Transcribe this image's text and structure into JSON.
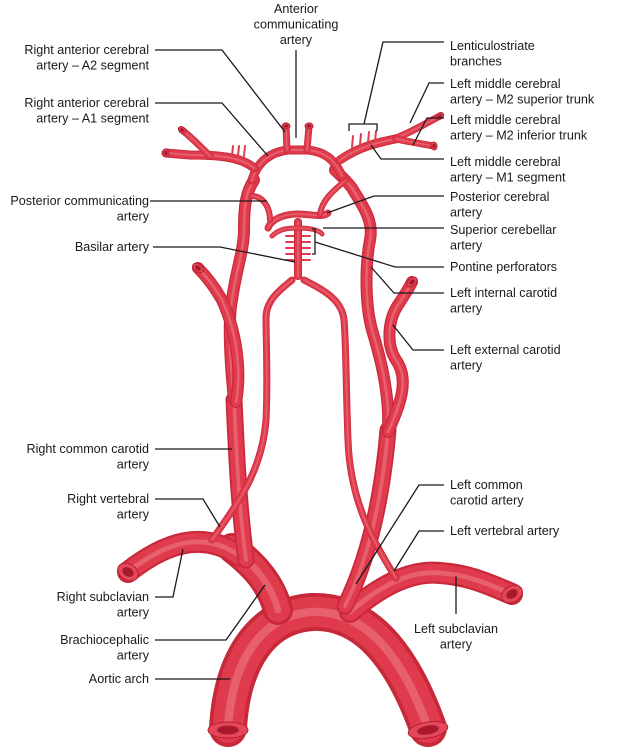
{
  "title": "Arterial supply of the brain: Circle of Willis and aortic arch branches",
  "colors": {
    "artery": "#df3b4d",
    "artery_shadow": "#c9283a",
    "artery_highlight": "#ee7f8a",
    "leader_line": "#1a1a1a",
    "text": "#1a1a1a",
    "background": "#ffffff"
  },
  "labels": {
    "anterior_communicating": [
      "Anterior",
      "communicating",
      "artery"
    ],
    "right_aca_a2": [
      "Right anterior cerebral",
      "artery – A2 segment"
    ],
    "right_aca_a1": [
      "Right anterior cerebral",
      "artery – A1 segment"
    ],
    "posterior_communicating": [
      "Posterior communicating",
      "artery"
    ],
    "basilar": [
      "Basilar artery"
    ],
    "lenticulostriate": [
      "Lenticulostriate",
      "branches"
    ],
    "left_mca_m2_superior": [
      "Left middle cerebral",
      "artery – M2 superior trunk"
    ],
    "left_mca_m2_inferior": [
      "Left middle cerebral",
      "artery – M2 inferior trunk"
    ],
    "left_mca_m1": [
      "Left middle cerebral",
      "artery – M1 segment"
    ],
    "posterior_cerebral": [
      "Posterior cerebral",
      "artery"
    ],
    "superior_cerebellar": [
      "Superior cerebellar",
      "artery"
    ],
    "pontine_perforators": [
      "Pontine perforators"
    ],
    "left_internal_carotid": [
      "Left internal carotid",
      "artery"
    ],
    "left_external_carotid": [
      "Left external carotid",
      "artery"
    ],
    "right_common_carotid": [
      "Right common carotid",
      "artery"
    ],
    "right_vertebral": [
      "Right vertebral",
      "artery"
    ],
    "right_subclavian": [
      "Right subclavian",
      "artery"
    ],
    "brachiocephalic": [
      "Brachiocephalic",
      "artery"
    ],
    "aortic_arch": [
      "Aortic arch"
    ],
    "left_common_carotid": [
      "Left common",
      "carotid artery"
    ],
    "left_vertebral": [
      "Left vertebral artery"
    ],
    "left_subclavian": [
      "Left subclavian",
      "artery"
    ]
  }
}
